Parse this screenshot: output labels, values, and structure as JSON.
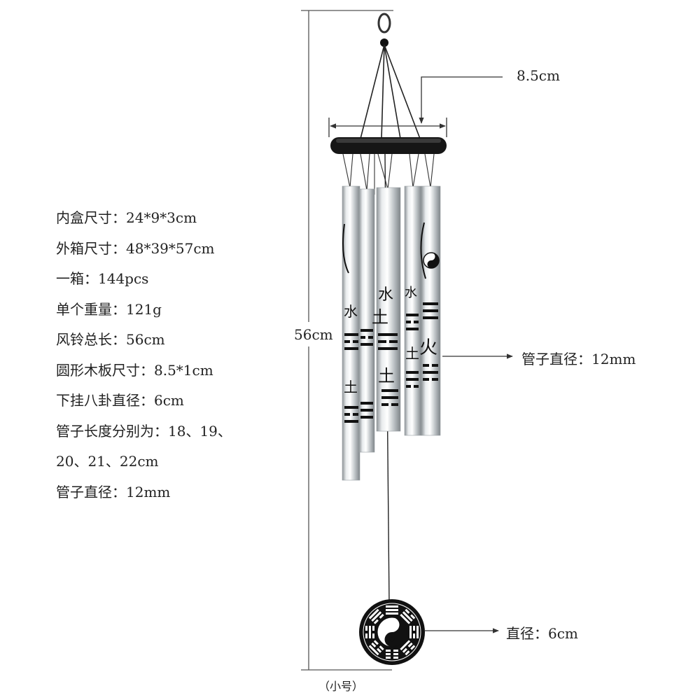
{
  "specs": [
    "内盒尺寸：24*9*3cm",
    "外箱尺寸：48*39*57cm",
    "一箱：144pcs",
    "单个重量：121g",
    "风铃总长：56cm",
    "圆形木板尺寸：8.5*1cm",
    "下挂八卦直径：6cm",
    "管子长度分别为：18、19、",
    "20、21、22cm",
    "管子直径：12mm"
  ],
  "dimensions": {
    "board_width": "8.5cm",
    "total_length": "56cm",
    "tube_diameter": "管子直径：12mm",
    "disc_diameter": "直径：6cm"
  },
  "caption": "（小号）",
  "tube_glyphs": [
    "水",
    "土",
    "火"
  ],
  "colors": {
    "tube_light": "#f4f6f7",
    "tube_mid": "#c3c8cb",
    "tube_dark": "#8d9397",
    "board": "#161616",
    "line": "#555555",
    "ink": "#111111"
  }
}
